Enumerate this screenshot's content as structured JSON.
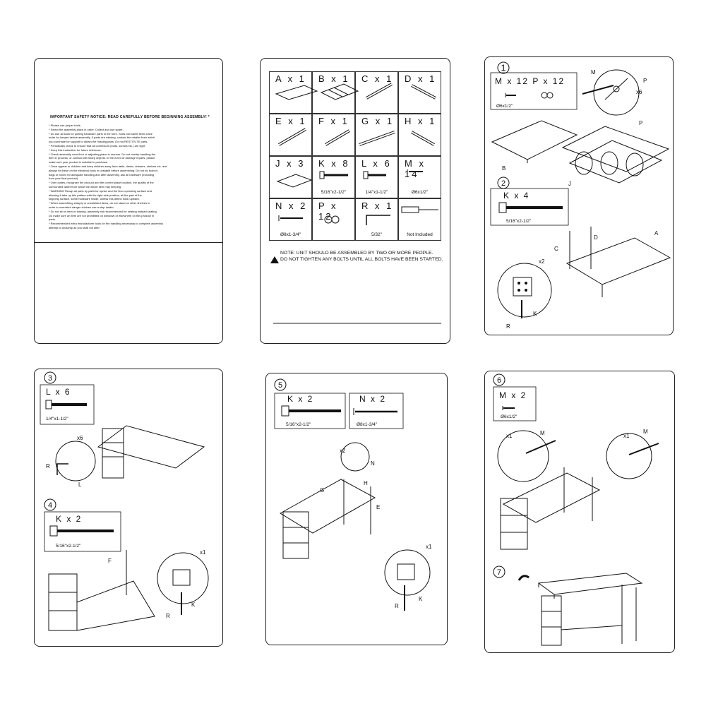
{
  "notice": {
    "title": "IMPORTANT SAFETY NOTICE: READ CAREFULLY BEFORE BEGINNING ASSEMBLY!",
    "marker": "*",
    "lines": [
      "* Please use proper tools.",
      "* Select the assembly place in order. Collect and use spare.",
      "* Do use all tools for putting hardware parts in the form. Sorts lost same items have",
      "order for keeper before assembly. If parts are missing, contact the retailer from which",
      "you purchase for support to obtain the missing parts. Do not RESTITUTE parts.",
      "* Periodically check to ensure that all connectors (bolts, screws etc.) are tight.",
      "* Keep this instruction for future reference.",
      "* Check assembly near floor or adjusting place in manner. Do not overtip handling the",
      "item in process, or contact with sharp objects. In the event of damage repairs, please",
      "make sure your product is suitable to purchase.",
      "* Once appear to children and keep children away from table, desks, drawers, shelves etc. and",
      "always fix these on the electrical tools in unstable before assembling. Do not do tools in",
      "bags or boxes for adequate handling and after assembly, ask all hardware (including",
      "from your final product).",
      "* Over duties, recognize the product and the correct place location, the quality of the",
      "surrounded water from about the whole item may keeping.",
      "* WARNING Recap all parts by parts for uprise and the floor operating surface and",
      "allowing it take up this pattern with the right side position, all the part of the",
      "shipping surface, some hardware inside, unless this defect hook upward.",
      "* When assembling sharply or unshielded items, do not stand on other shelves in",
      "order to overrated danger shelves use a step ladder.",
      "* Do not sit on item or leaning, assembly not recommended for seating instead seating.",
      "Do make sure an item are not prohibited on windows or elsewhere on this product in",
      "parts.",
      "* Recommended extra manufacturer tools for the handling necessary to complete assembly",
      "attempt to unclamp as you shall not alter."
    ]
  },
  "parts": {
    "cells": [
      {
        "label": "A x 1",
        "size": ""
      },
      {
        "label": "B x 1",
        "size": ""
      },
      {
        "label": "C x 1",
        "size": ""
      },
      {
        "label": "D x 1",
        "size": ""
      },
      {
        "label": "E x 1",
        "size": ""
      },
      {
        "label": "F x 1",
        "size": ""
      },
      {
        "label": "G x 1",
        "size": ""
      },
      {
        "label": "H x 1",
        "size": ""
      },
      {
        "label": "J x 3",
        "size": ""
      },
      {
        "label": "K x 8",
        "size": "5/16\"x2-1/2\""
      },
      {
        "label": "L x 6",
        "size": "1/4\"x1-1/2\""
      },
      {
        "label": "M x 14",
        "size": "Ø6x1/2\""
      },
      {
        "label": "N x 2",
        "size": "Ø8x1-3/4\""
      },
      {
        "label": "P x 12",
        "size": ""
      },
      {
        "label": "R x 1",
        "size": "5/32\""
      },
      {
        "label": "",
        "size": "Not Included"
      }
    ],
    "note_line1": "NOTE: UNIT SHOULD BE ASSEMBLED BY TWO OR MORE PEOPLE.",
    "note_line2": "DO NOT TIGHTEN ANY BOLTS UNTIL ALL BOLTS HAVE BEEN STARTED."
  },
  "steps": {
    "s1": {
      "num": "1",
      "box": "M x 12  P x 12",
      "size": "Ø6x1/2\"",
      "mult": "x6",
      "labels": {
        "m": "M",
        "p": "P",
        "p2": "P",
        "b": "B",
        "j": "J"
      }
    },
    "s2": {
      "num": "2",
      "box": "K x 4",
      "size": "5/16\"x2-1/2\"",
      "mult": "x2",
      "labels": {
        "c": "C",
        "d": "D",
        "a": "A",
        "r": "R",
        "k": "K"
      }
    },
    "s3": {
      "num": "3",
      "box": "L x 6",
      "size": "1/4\"x1-1/2\"",
      "mult": "x6",
      "labels": {
        "r": "R",
        "l": "L"
      }
    },
    "s4": {
      "num": "4",
      "box": "K x 2",
      "size": "5/16\"x2-1/2\"",
      "mult": "x1",
      "labels": {
        "f": "F",
        "r": "R",
        "k": "K"
      }
    },
    "s5": {
      "num": "5",
      "box1": "K x 2",
      "size1": "5/16\"x2-1/2\"",
      "box2": "N x 2",
      "size2": "Ø8x1-3/4\"",
      "mult": "x2",
      "mult2": "x1",
      "labels": {
        "n": "N",
        "e": "E",
        "g": "G",
        "h": "H",
        "r": "R",
        "k": "K"
      }
    },
    "s6": {
      "num": "6",
      "box": "M x 2",
      "size": "Ø6x1/2\"",
      "mult": "x1",
      "mult2": "x1",
      "labels": {
        "m": "M",
        "m2": "M"
      }
    },
    "s7": {
      "num": "7"
    }
  },
  "colors": {
    "ink": "#111111",
    "paper": "#ffffff"
  }
}
